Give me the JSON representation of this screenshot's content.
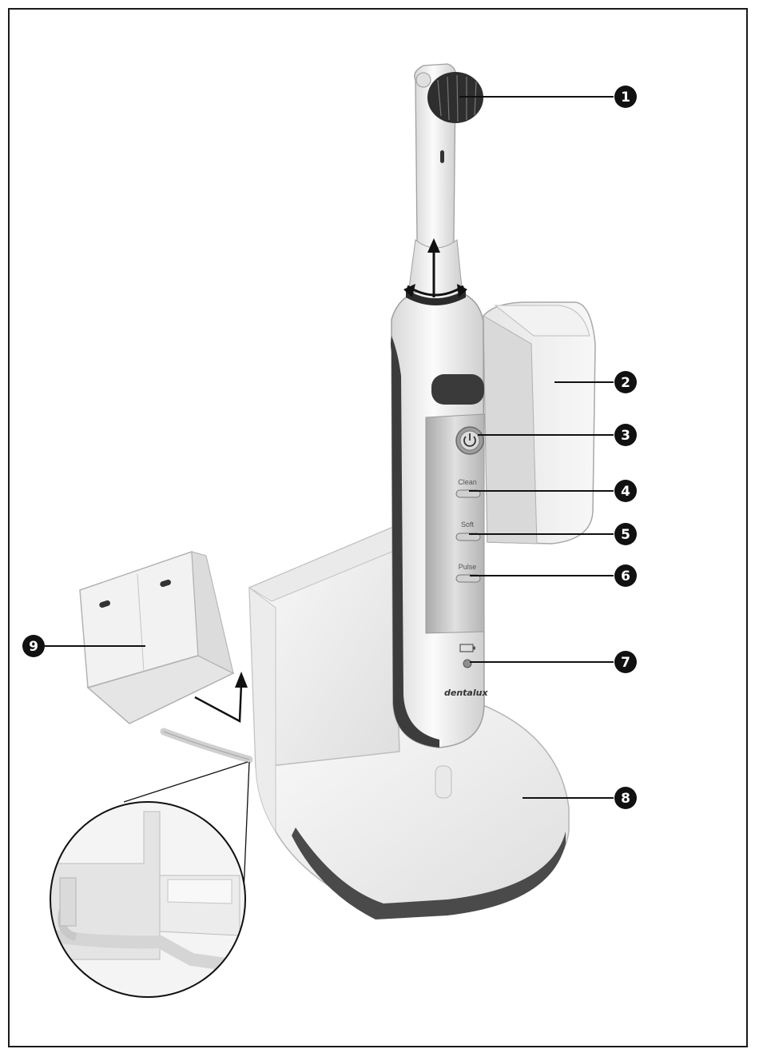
{
  "handle": {
    "buttons": [
      {
        "label": "Clean"
      },
      {
        "label": "Soft"
      },
      {
        "label": "Pulse"
      }
    ],
    "brand": "dentalux"
  },
  "callouts": [
    {
      "num": "1"
    },
    {
      "num": "2"
    },
    {
      "num": "3"
    },
    {
      "num": "4"
    },
    {
      "num": "5"
    },
    {
      "num": "6"
    },
    {
      "num": "7"
    },
    {
      "num": "8"
    },
    {
      "num": "9"
    }
  ],
  "colors": {
    "frame": "#1a1a1a",
    "body_white": "#f3f3f3",
    "grip_dark": "#3c3c3c",
    "panel_silver": "#c9c9c9",
    "callout_fill": "#111111"
  }
}
